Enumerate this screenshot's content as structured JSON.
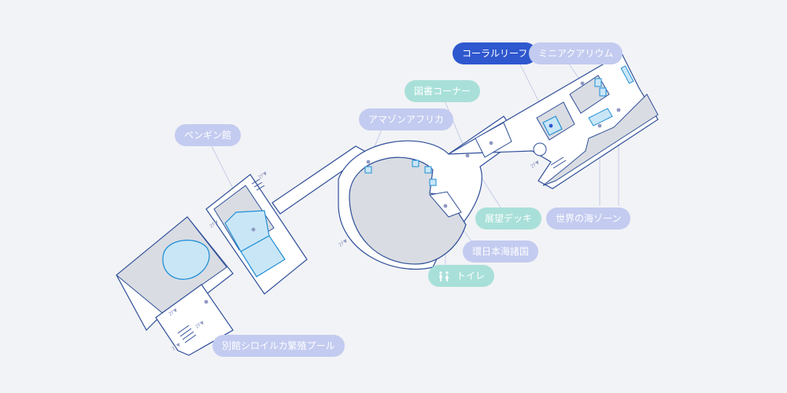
{
  "map": {
    "labels": [
      {
        "id": "penguin",
        "text": "ペンギン館"
      },
      {
        "id": "amazon",
        "text": "アマゾンアフリカ"
      },
      {
        "id": "library",
        "text": "図書コーナー"
      },
      {
        "id": "coral",
        "text": "コーラルリーフ"
      },
      {
        "id": "mini",
        "text": "ミニアクアリウム"
      },
      {
        "id": "deck",
        "text": "展望デッキ"
      },
      {
        "id": "world",
        "text": "世界の海ゾーン"
      },
      {
        "id": "japansea",
        "text": "環日本海諸国"
      },
      {
        "id": "toilet",
        "text": "トイレ"
      },
      {
        "id": "annex",
        "text": "別館シロイルカ繁殖プール"
      }
    ],
    "floor_marks": [
      "2F▼",
      "2F▼",
      "2F▼",
      "2F▼",
      "2F▼",
      "2F▼",
      "2F▼"
    ],
    "colors": {
      "outline": "#2f4f9a",
      "exhibit_fill": "#d9dce2",
      "water_fill": "#c9e6f7",
      "water_stroke": "#1f8fd6",
      "label_blue": "#c3cbf0",
      "label_teal": "#a8e0d9",
      "label_active": "#2f58cf"
    },
    "icons": {
      "toilet": "toilet-icon",
      "stairs": "stairs-icon"
    },
    "active_label": "coral"
  }
}
